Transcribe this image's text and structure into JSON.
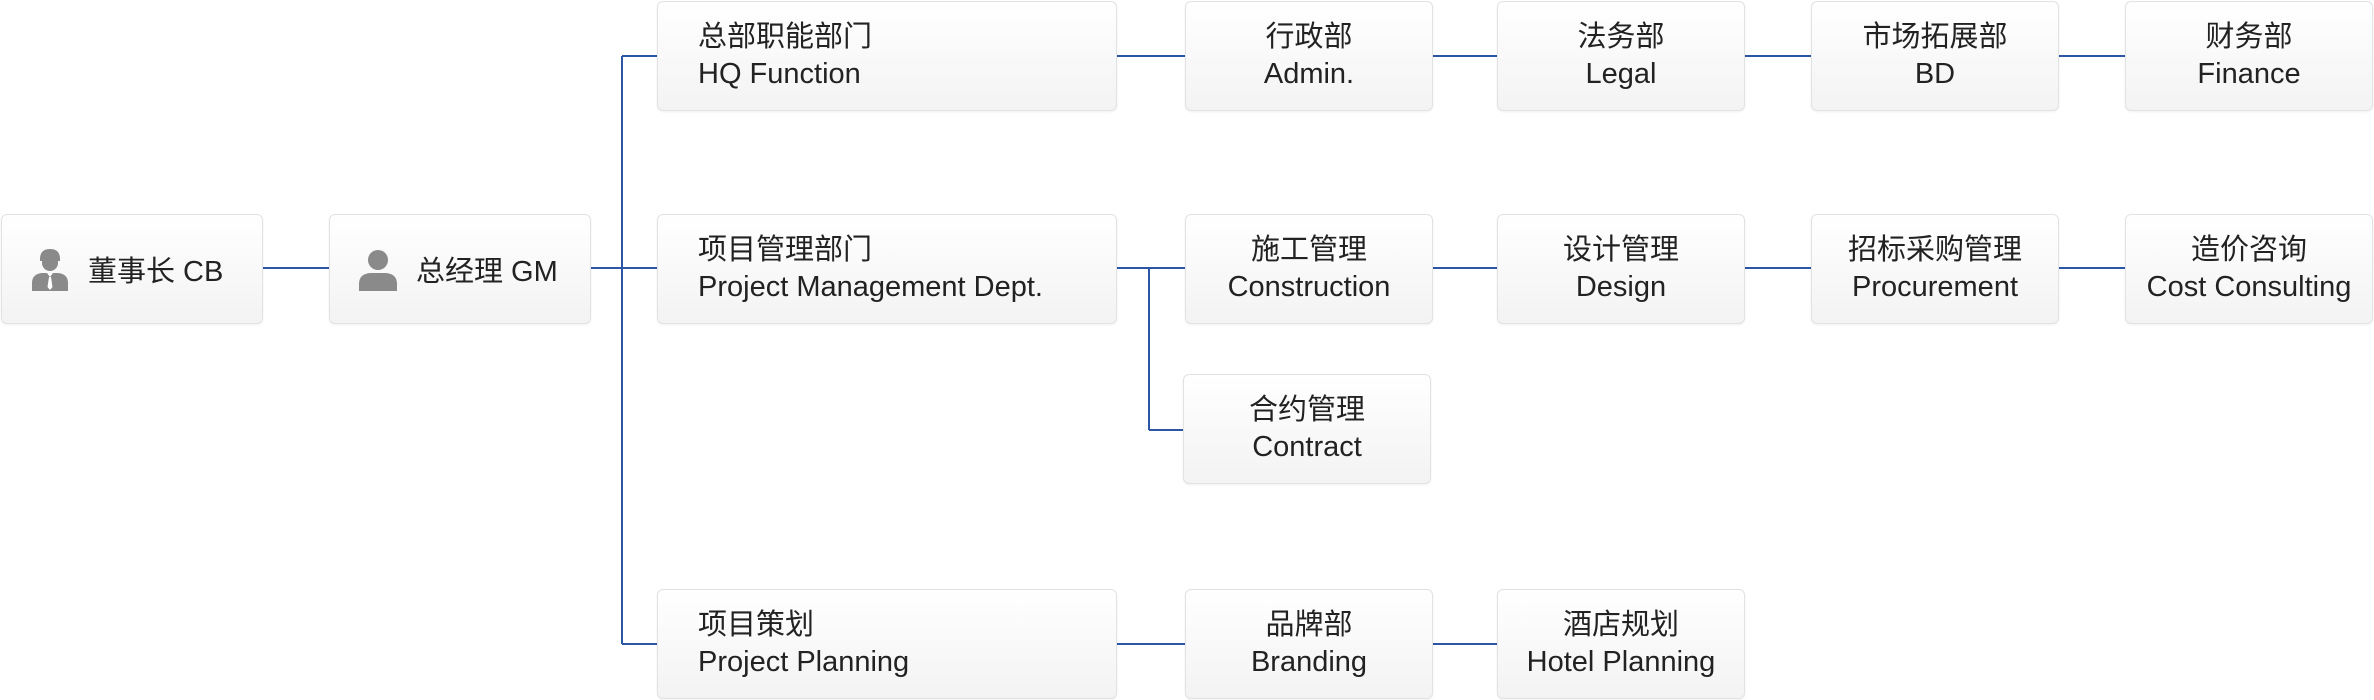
{
  "colors": {
    "connector": "#2b56a6",
    "icon": "#8a8a8a",
    "border": "#e2e2e2"
  },
  "roots": [
    {
      "id": "cb",
      "label": "董事长 CB",
      "icon": "businessman-icon"
    },
    {
      "id": "gm",
      "label": "总经理 GM",
      "icon": "person-icon"
    }
  ],
  "nodes": {
    "hq": {
      "zh": "总部职能部门",
      "en": "HQ Function"
    },
    "admin": {
      "zh": "行政部",
      "en": "Admin."
    },
    "legal": {
      "zh": "法务部",
      "en": "Legal"
    },
    "bd": {
      "zh": "市场拓展部",
      "en": "BD"
    },
    "finance": {
      "zh": "财务部",
      "en": "Finance"
    },
    "pm": {
      "zh": "项目管理部门",
      "en": "Project Management Dept."
    },
    "construction": {
      "zh": "施工管理",
      "en": "Construction"
    },
    "design": {
      "zh": "设计管理",
      "en": "Design"
    },
    "procurement": {
      "zh": "招标采购管理",
      "en": "Procurement"
    },
    "cost": {
      "zh": "造价咨询",
      "en": "Cost Consulting"
    },
    "contract": {
      "zh": "合约管理",
      "en": "Contract"
    },
    "planning": {
      "zh": "项目策划",
      "en": "Project Planning"
    },
    "branding": {
      "zh": "品牌部",
      "en": "Branding"
    },
    "hotel": {
      "zh": "酒店规划",
      "en": "Hotel Planning"
    }
  },
  "edges": [
    [
      "cb",
      "gm"
    ],
    [
      "gm",
      "hq"
    ],
    [
      "gm",
      "pm"
    ],
    [
      "gm",
      "planning"
    ],
    [
      "hq",
      "admin"
    ],
    [
      "admin",
      "legal"
    ],
    [
      "legal",
      "bd"
    ],
    [
      "bd",
      "finance"
    ],
    [
      "pm",
      "construction"
    ],
    [
      "pm",
      "contract"
    ],
    [
      "construction",
      "design"
    ],
    [
      "design",
      "procurement"
    ],
    [
      "procurement",
      "cost"
    ],
    [
      "planning",
      "branding"
    ],
    [
      "branding",
      "hotel"
    ]
  ]
}
